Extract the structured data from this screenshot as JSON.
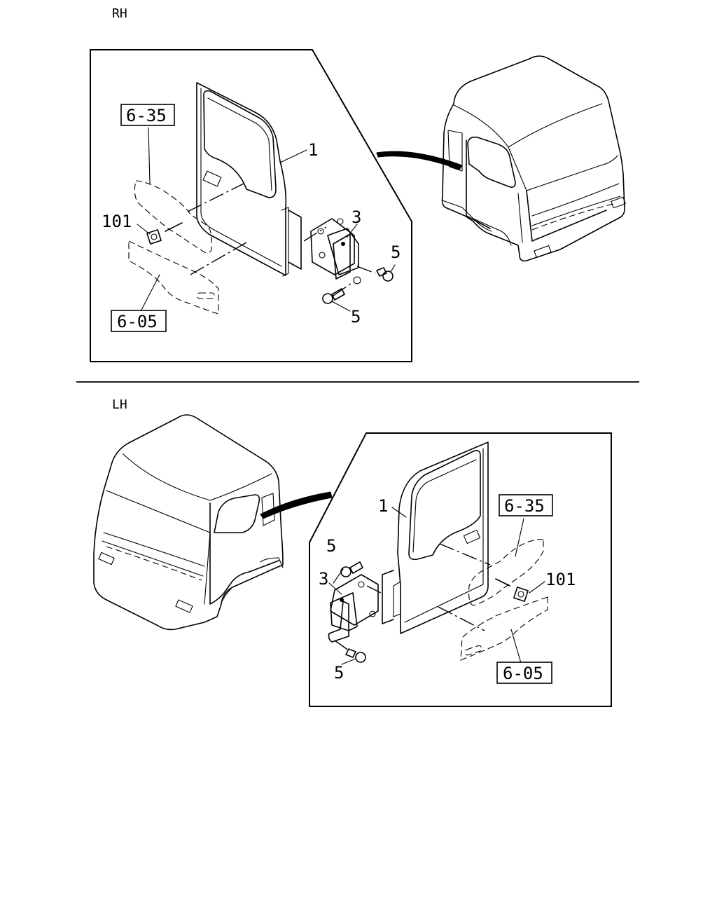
{
  "sections": {
    "rh": {
      "title": "RH",
      "callouts": {
        "door": "1",
        "hinge": "3",
        "bolt_upper": "5",
        "bolt_lower": "5",
        "clip": "101",
        "ref_upper": "6-35",
        "ref_lower": "6-05"
      }
    },
    "lh": {
      "title": "LH",
      "callouts": {
        "door": "1",
        "hinge": "3",
        "bolt_upper": "5",
        "bolt_lower": "5",
        "clip": "101",
        "ref_upper": "6-35",
        "ref_lower": "6-05"
      }
    }
  }
}
